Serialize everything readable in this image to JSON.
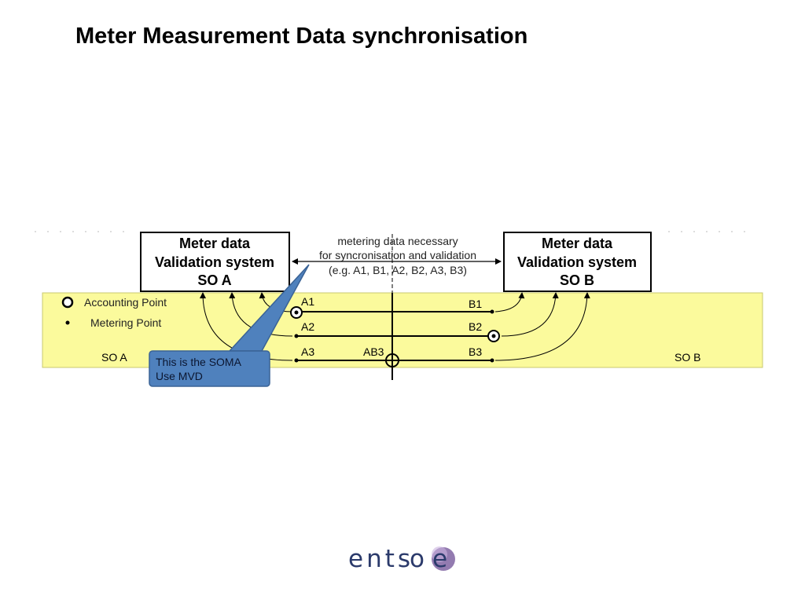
{
  "title": "Meter Measurement Data synchronisation",
  "diagram": {
    "box_left": {
      "line1": "Meter data",
      "line2": "Validation system",
      "line3": "SO A"
    },
    "box_right": {
      "line1": "Meter data",
      "line2": "Validation system",
      "line3": "SO B"
    },
    "note": {
      "line1": "metering data necessary",
      "line2": "for syncronisation and validation",
      "line3": "(e.g. A1, B1, A2, B2, A3, B3)"
    },
    "legend": {
      "accounting_point": "Accounting Point",
      "metering_point": "Metering Point"
    },
    "region_left": "SO A",
    "region_right": "SO B",
    "points": {
      "a1": "A1",
      "a2": "A2",
      "a3": "A3",
      "ab3": "AB3",
      "b1": "B1",
      "b2": "B2",
      "b3": "B3"
    },
    "callout": {
      "line1": "This is  the SOMA",
      "line2": "Use MVD"
    }
  },
  "logo": {
    "text": "ents",
    "o": "o",
    "e": "e"
  },
  "colors": {
    "band": "#fbfa9c",
    "callout_fill": "#4f81bd",
    "logo_text": "#2b3a6b",
    "logo_accent": "#8064a2"
  }
}
